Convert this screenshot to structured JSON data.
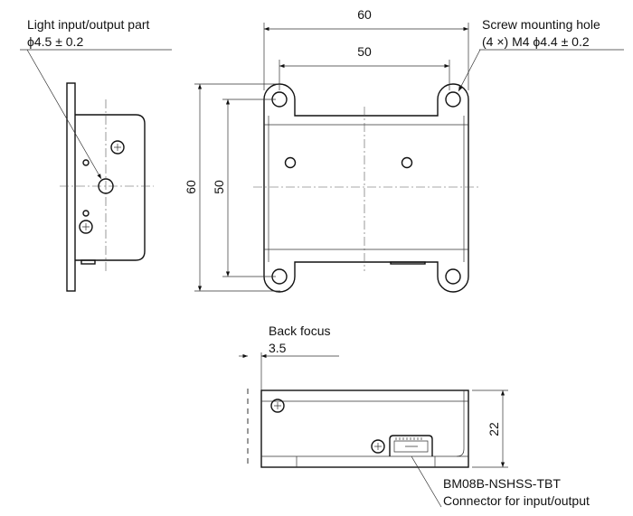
{
  "labels": {
    "light_part_title": "Light input/output part",
    "light_part_tol": "ϕ4.5 ± 0.2",
    "screw_title": "Screw mounting hole",
    "screw_spec": "(4 ×) M4 ϕ4.4 ± 0.2",
    "back_focus_title": "Back focus",
    "back_focus_value": "3.5",
    "connector_model": "BM08B-NSHSS-TBT",
    "connector_desc": "Connector for input/output"
  },
  "dimensions": {
    "width_outer": "60",
    "width_holes": "50",
    "height_outer": "60",
    "height_holes": "50",
    "depth": "22"
  }
}
